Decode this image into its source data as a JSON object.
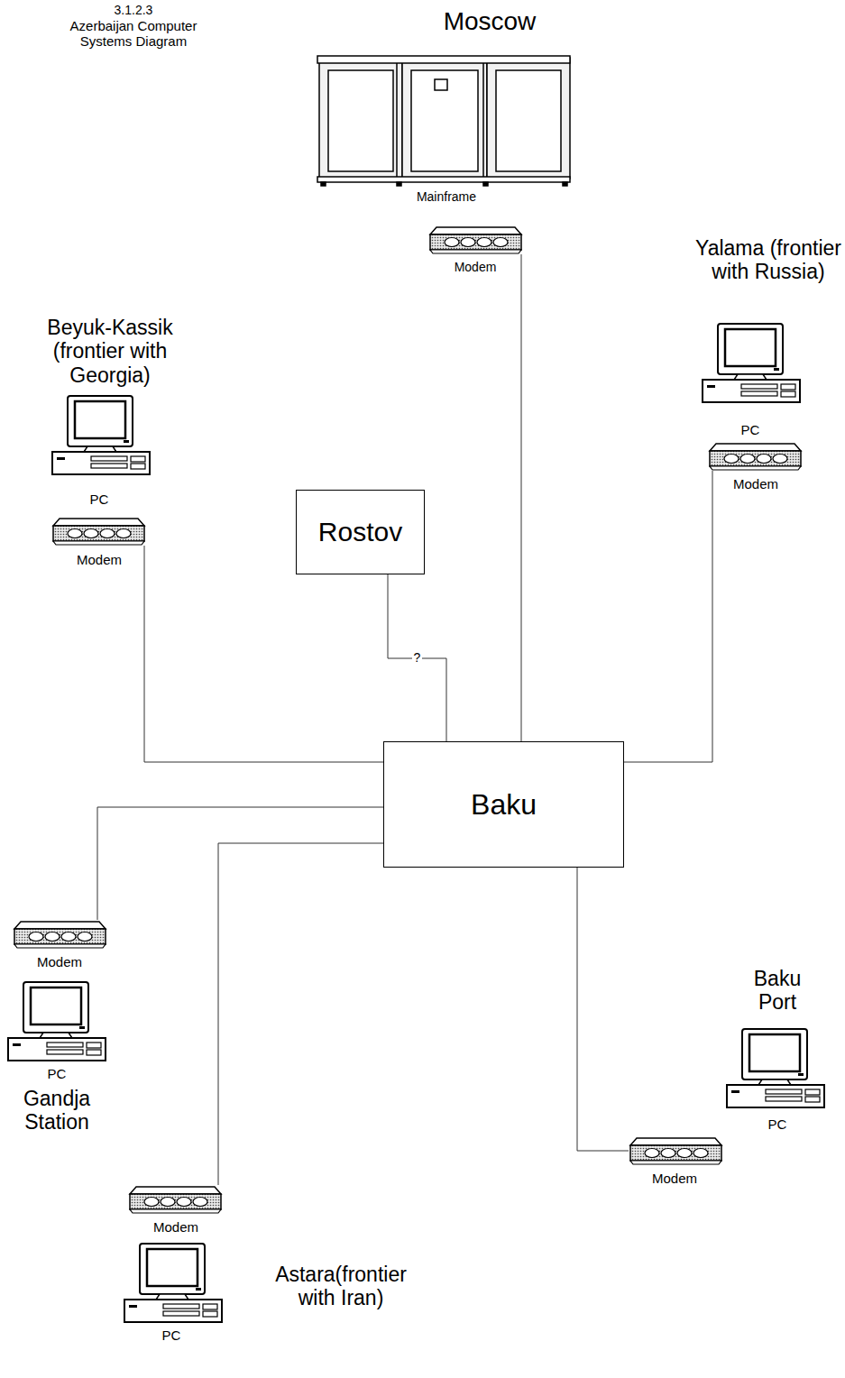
{
  "diagram": {
    "title": "Azerbaijan Computer Systems Diagram",
    "nodes": [
      {
        "text": [
          "Moscow",
          "Mainframe",
          "Modem"
        ]
      },
      {
        "text": [
          "Yalama (frontier with Russia)",
          "PC",
          "Modem"
        ]
      },
      {
        "text": [
          "Beyuk-Kassik (frontier with Georgia)",
          "PC",
          "Modem"
        ]
      },
      {
        "text": [
          "Rostov"
        ]
      },
      {
        "text": [
          "Baku"
        ]
      },
      {
        "text": [
          "Modem",
          "PC",
          "Gandja Station"
        ]
      },
      {
        "text": [
          "Baku Port",
          "Modem",
          "PC"
        ]
      },
      {
        "text": [
          "Modem",
          "Astara(frontier with Iran)",
          "PC"
        ]
      }
    ],
    "edges": [
      {
        "from": 4,
        "to": 0,
        "arrow": "none"
      },
      {
        "from": 4,
        "to": 1,
        "arrow": "none"
      },
      {
        "from": 4,
        "to": 2,
        "arrow": "none"
      },
      {
        "from": 3,
        "to": 4,
        "label": "?",
        "arrow": "none"
      },
      {
        "from": 4,
        "to": 5,
        "arrow": "none"
      },
      {
        "from": 4,
        "to": 6,
        "arrow": "none"
      },
      {
        "from": 4,
        "to": 7,
        "arrow": "none"
      }
    ],
    "labels": [
      "3.1.2.3"
    ]
  }
}
